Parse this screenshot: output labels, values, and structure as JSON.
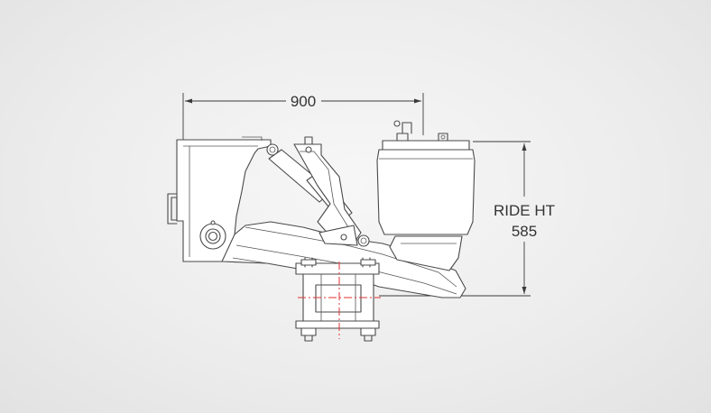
{
  "dimensions": {
    "width_label": "900",
    "ride_height_label": "RIDE HT",
    "ride_height_value": "585"
  },
  "colors": {
    "background": "#ececec",
    "line": "#4a4a4a",
    "centerline": "#e03030"
  }
}
